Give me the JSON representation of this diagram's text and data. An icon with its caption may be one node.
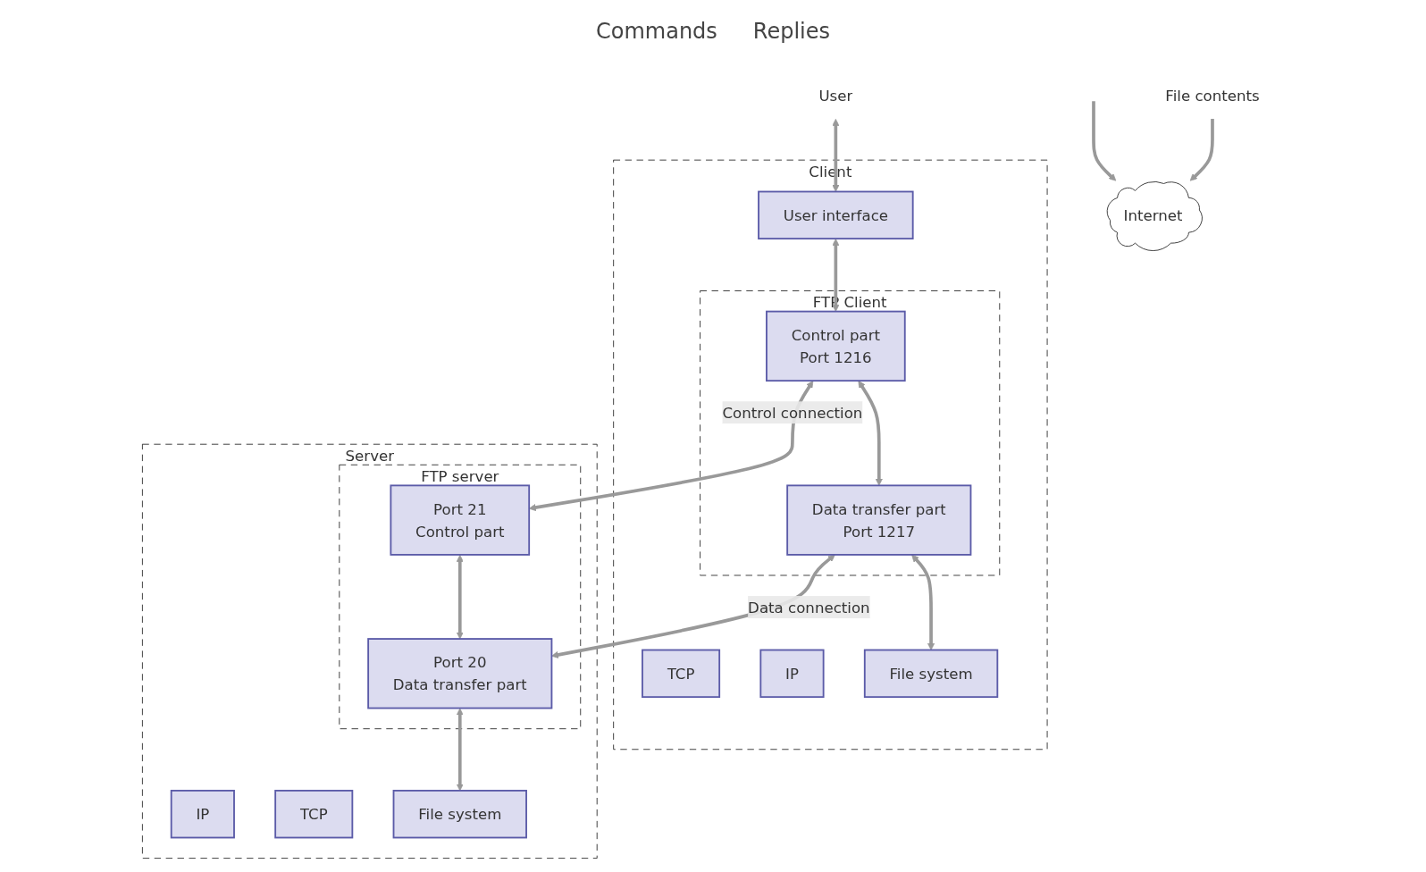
{
  "diagram": {
    "nodes": [
      {
        "text": [
          "User"
        ]
      },
      {
        "text": [
          "Client"
        ]
      },
      {
        "text": [
          "User interface"
        ],
        "in": 1
      },
      {
        "text": [
          "FTP Client"
        ],
        "in": 1
      },
      {
        "text": [
          "Control part",
          "Port 1216"
        ],
        "in": 3
      },
      {
        "text": [
          "Data transfer part",
          "Port 1217"
        ],
        "in": 3
      },
      {
        "text": [
          "TCP"
        ],
        "in": 1
      },
      {
        "text": [
          "IP"
        ],
        "in": 1
      },
      {
        "text": [
          "File system"
        ],
        "in": 1
      },
      {
        "text": [
          "Internet"
        ]
      },
      {
        "text": [
          "Server"
        ]
      },
      {
        "text": [
          "IP"
        ],
        "in": 10
      },
      {
        "text": [
          "TCP"
        ],
        "in": 10
      },
      {
        "text": [
          "FTP server"
        ],
        "in": 10
      },
      {
        "text": [
          "Port 21",
          "Control part"
        ],
        "in": 13
      },
      {
        "text": [
          "Port 20",
          "Data transfer part"
        ],
        "in": 13
      },
      {
        "text": [
          "File system"
        ],
        "in": 10
      },
      {
        "text": [
          "File contents"
        ]
      }
    ],
    "edges": [
      {
        "from": 0,
        "to": 2,
        "arrow": "both"
      },
      {
        "from": 2,
        "to": 4,
        "arrow": "both"
      },
      {
        "from": 4,
        "to": 5,
        "arrow": "both"
      },
      {
        "from": 5,
        "to": 8,
        "arrow": "both"
      },
      {
        "from": 4,
        "to": 14,
        "arrow": "both",
        "label": "Control connection"
      },
      {
        "from": 5,
        "to": 15,
        "arrow": "both",
        "label": "Data connection"
      },
      {
        "from": 14,
        "to": 15,
        "arrow": "both"
      },
      {
        "from": 15,
        "to": 16,
        "arrow": "both"
      },
      {
        "from": null,
        "to": 9,
        "arrow": "to"
      },
      {
        "from": 17,
        "to": 9,
        "arrow": "to"
      }
    ],
    "labels": [
      "Commands",
      "Replies"
    ]
  }
}
